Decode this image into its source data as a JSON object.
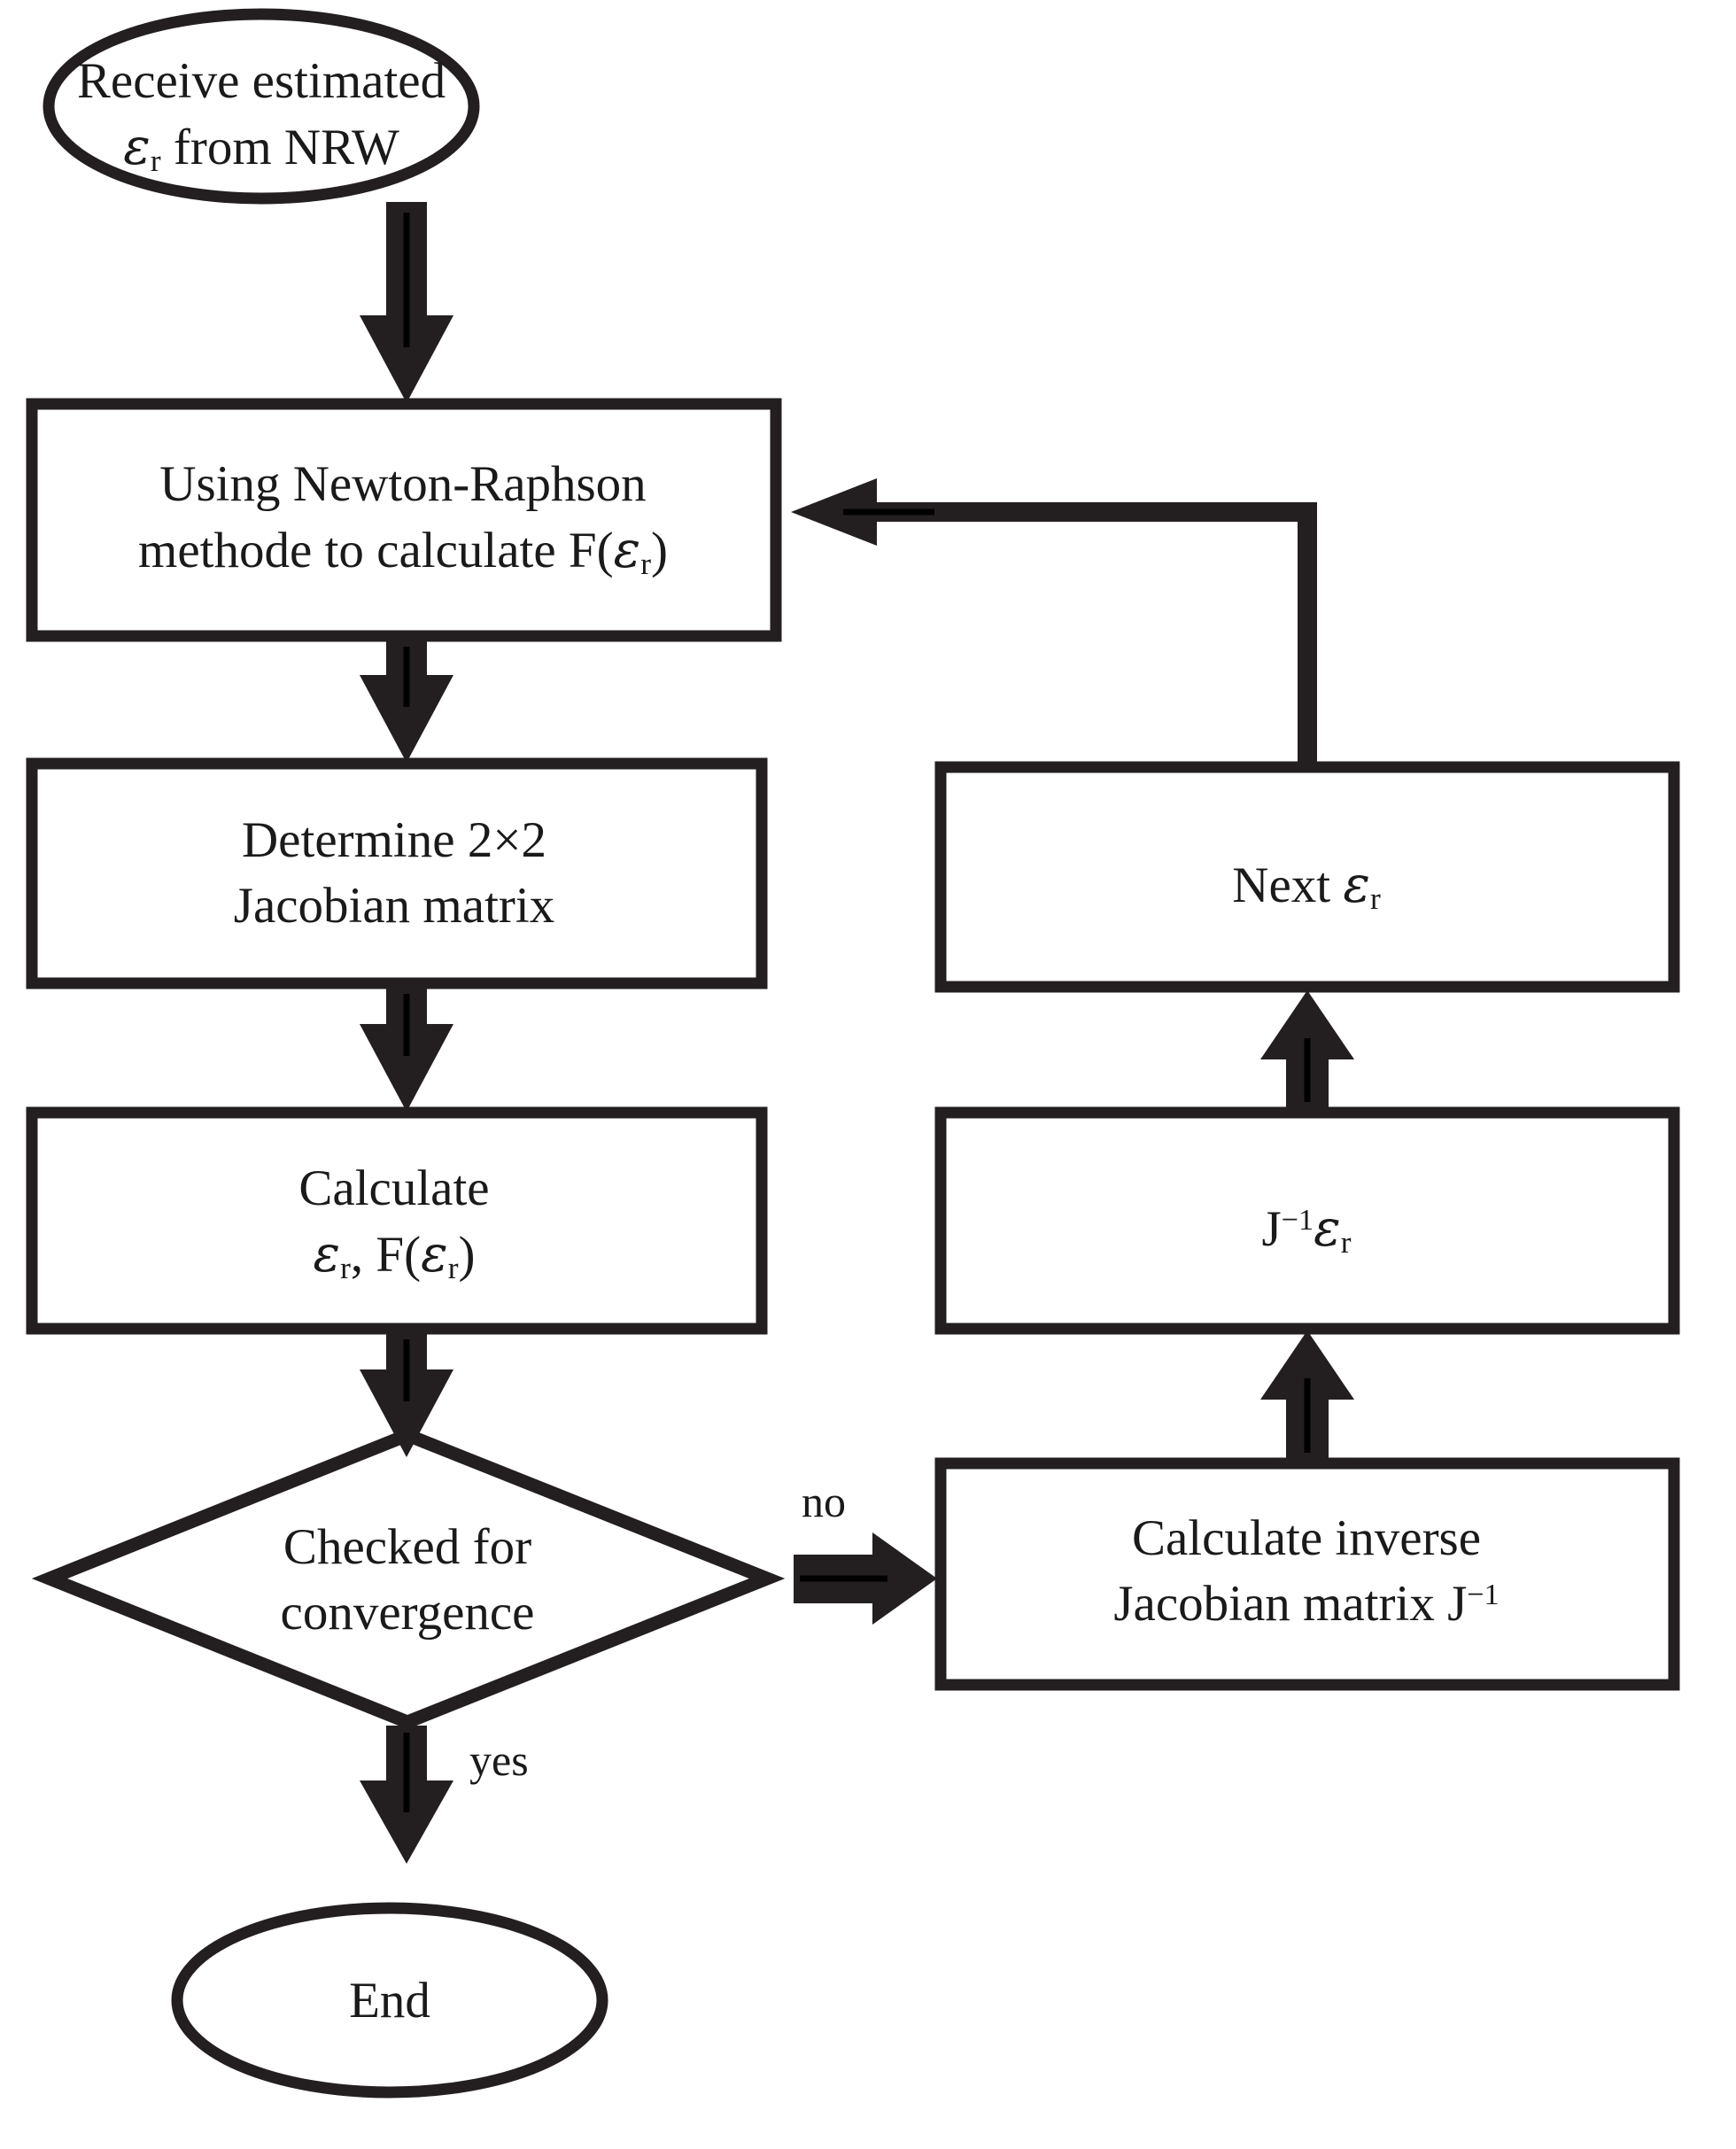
{
  "diagram": {
    "type": "flowchart",
    "title": "Newton-Raphson iterative permittivity extraction flowchart",
    "colors": {
      "stroke": "#231f20",
      "fill": "#ffffff",
      "text": "#1a1a1a"
    },
    "nodes": [
      {
        "id": "start",
        "shape": "ellipse",
        "line1": "Receive estimated",
        "line2_pre": "",
        "line2_post": " from NRW",
        "symbol": "ε",
        "subscript": "r",
        "plain_text": "Receive estimated εr from NRW"
      },
      {
        "id": "newton",
        "shape": "rectangle",
        "line1": "Using Newton-Raphson",
        "line2_pre": "methode to calculate F(",
        "line2_post": ")",
        "symbol": "ε",
        "subscript": "r",
        "plain_text": "Using Newton-Raphson methode to calculate F(εr)"
      },
      {
        "id": "determine",
        "shape": "rectangle",
        "line1": "Determine 2×2",
        "line2": "Jacobian matrix",
        "plain_text": "Determine 2×2 Jacobian matrix"
      },
      {
        "id": "calculate",
        "shape": "rectangle",
        "line1": "Calculate",
        "line2_pre": "",
        "line2_mid": ", F(",
        "line2_post": ")",
        "symbol": "ε",
        "subscript": "r",
        "plain_text": "Calculate εr, F(εr)"
      },
      {
        "id": "decision",
        "shape": "diamond",
        "line1": "Checked for",
        "line2": "convergence",
        "plain_text": "Checked for convergence"
      },
      {
        "id": "end",
        "shape": "ellipse",
        "line1": "End",
        "plain_text": "End"
      },
      {
        "id": "next",
        "shape": "rectangle",
        "line1_pre": "Next ",
        "symbol": "ε",
        "subscript": "r",
        "plain_text": "Next εr"
      },
      {
        "id": "jinv",
        "shape": "rectangle",
        "base": "J",
        "exponent": "−1",
        "symbol": "ε",
        "subscript": "r",
        "plain_text": "J−1εr"
      },
      {
        "id": "inverse",
        "shape": "rectangle",
        "line1": "Calculate inverse",
        "line2_pre": "Jacobian matrix J",
        "exponent": "−1",
        "plain_text": "Calculate inverse Jacobian matrix J−1"
      }
    ],
    "edges": [
      {
        "id": "start-newton",
        "from": "start",
        "to": "newton",
        "label": "",
        "direction": "down"
      },
      {
        "id": "newton-determine",
        "from": "newton",
        "to": "determine",
        "label": "",
        "direction": "down"
      },
      {
        "id": "determine-calculate",
        "from": "determine",
        "to": "calculate",
        "label": "",
        "direction": "down"
      },
      {
        "id": "calculate-decision",
        "from": "calculate",
        "to": "decision",
        "label": "",
        "direction": "down"
      },
      {
        "id": "decision-end",
        "from": "decision",
        "to": "end",
        "label": "yes",
        "direction": "down"
      },
      {
        "id": "decision-inverse",
        "from": "decision",
        "to": "inverse",
        "label": "no",
        "direction": "right"
      },
      {
        "id": "inverse-jinv",
        "from": "inverse",
        "to": "jinv",
        "label": "",
        "direction": "up"
      },
      {
        "id": "jinv-next",
        "from": "jinv",
        "to": "next",
        "label": "",
        "direction": "up"
      },
      {
        "id": "next-newton",
        "from": "next",
        "to": "newton",
        "label": "",
        "direction": "up-left-loop"
      }
    ],
    "labels": {
      "no": "no",
      "yes": "yes"
    }
  }
}
